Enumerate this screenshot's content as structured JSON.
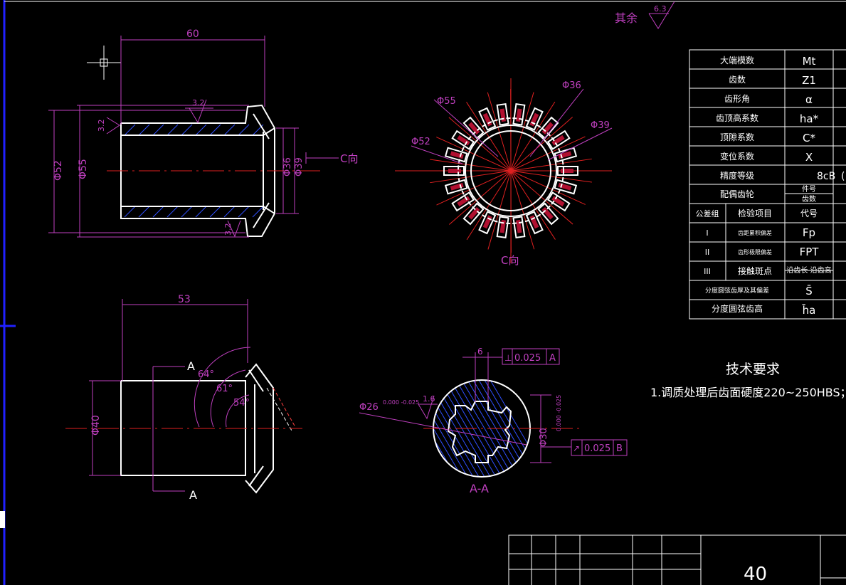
{
  "surface_note": {
    "label": "其余",
    "roughness": "6.3"
  },
  "view_top_left": {
    "length_dim": "60",
    "rough_top": "3.2",
    "rough_left": "3.2",
    "rough_bottom": "3.2",
    "dia_outer": "Φ52",
    "dia_flange": "Φ55",
    "dia_bore1": "Φ36",
    "dia_bore2": "Φ39",
    "view_arrow": "C向"
  },
  "view_gear": {
    "d55": "Φ55",
    "d36": "Φ36",
    "d52": "Φ52",
    "d39": "Φ39",
    "caption": "C向"
  },
  "view_bottom_left": {
    "length_dim": "53",
    "ang1": "64°",
    "ang2": "61°",
    "ang3": "54°",
    "section_top": "A",
    "section_bottom": "A",
    "dia": "Φ40"
  },
  "view_section": {
    "width": "6",
    "tol_sym": "⊥",
    "tol_val": "0.025",
    "tol_datum": "A",
    "rough": "1.6",
    "dia_inner": "Φ26",
    "dia_inner_tol": "0.000 -0.025",
    "dia_outer": "Φ30",
    "dia_outer_tol": "0.000 -0.025",
    "run_sym": "↗",
    "run_val": "0.025",
    "run_datum": "B",
    "caption": "A-A"
  },
  "param_table": {
    "rows": [
      {
        "name": "大端模数",
        "sym": "Mt",
        "val": ""
      },
      {
        "name": "齿数",
        "sym": "Z1",
        "val": ""
      },
      {
        "name": "齿形角",
        "sym": "α",
        "val": ""
      },
      {
        "name": "齿顶高系数",
        "sym": "ha*",
        "val": ""
      },
      {
        "name": "顶隙系数",
        "sym": "C*",
        "val": ""
      },
      {
        "name": "变位系数",
        "sym": "X",
        "val": ""
      },
      {
        "name": "精度等级",
        "sym": "8cB",
        "val": "("
      }
    ],
    "mate_label": "配偶齿轮",
    "mate_sym1": "件号",
    "mate_sym2": "齿数",
    "head_group": "公差组",
    "head_item": "检验项目",
    "head_code": "代号",
    "groups": [
      {
        "grp": "I",
        "item": "齿距累积偏差",
        "code": "Fp"
      },
      {
        "grp": "II",
        "item": "齿形极限偏差",
        "code": "FPT"
      },
      {
        "grp": "III",
        "item": "接触斑点",
        "code": "沿齿长 沿齿高"
      }
    ],
    "row_s_name": "分度圆弦齿厚及其偏差",
    "row_s_code": "S̄",
    "row_h_name": "分度圆弦齿高",
    "row_h_code": "h̄a"
  },
  "tech": {
    "title": "技术要求",
    "line1": "1.调质处理后齿面硬度220~250HBS；"
  },
  "title_block": {
    "value": "40"
  },
  "colors": {
    "background": "#000000",
    "dimension": "#c040c0",
    "object": "#ffffff",
    "center": "#e02020",
    "hatch": "#3050ff",
    "accent": "#2020ff"
  }
}
